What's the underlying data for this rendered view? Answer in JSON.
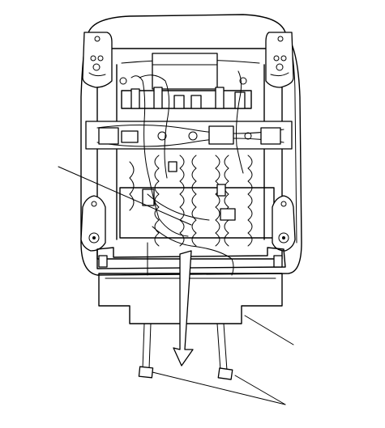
{
  "figure": {
    "background": "#ffffff",
    "line_color": "#000000",
    "components": [
      "seat-back-frame",
      "seat-back-pad",
      "lumbar-springs",
      "wire-harness",
      "recliner-brackets",
      "seat-back-cover",
      "harness-connectors",
      "removal-arrow",
      "callout-leader-lines"
    ],
    "callout_labels": []
  }
}
